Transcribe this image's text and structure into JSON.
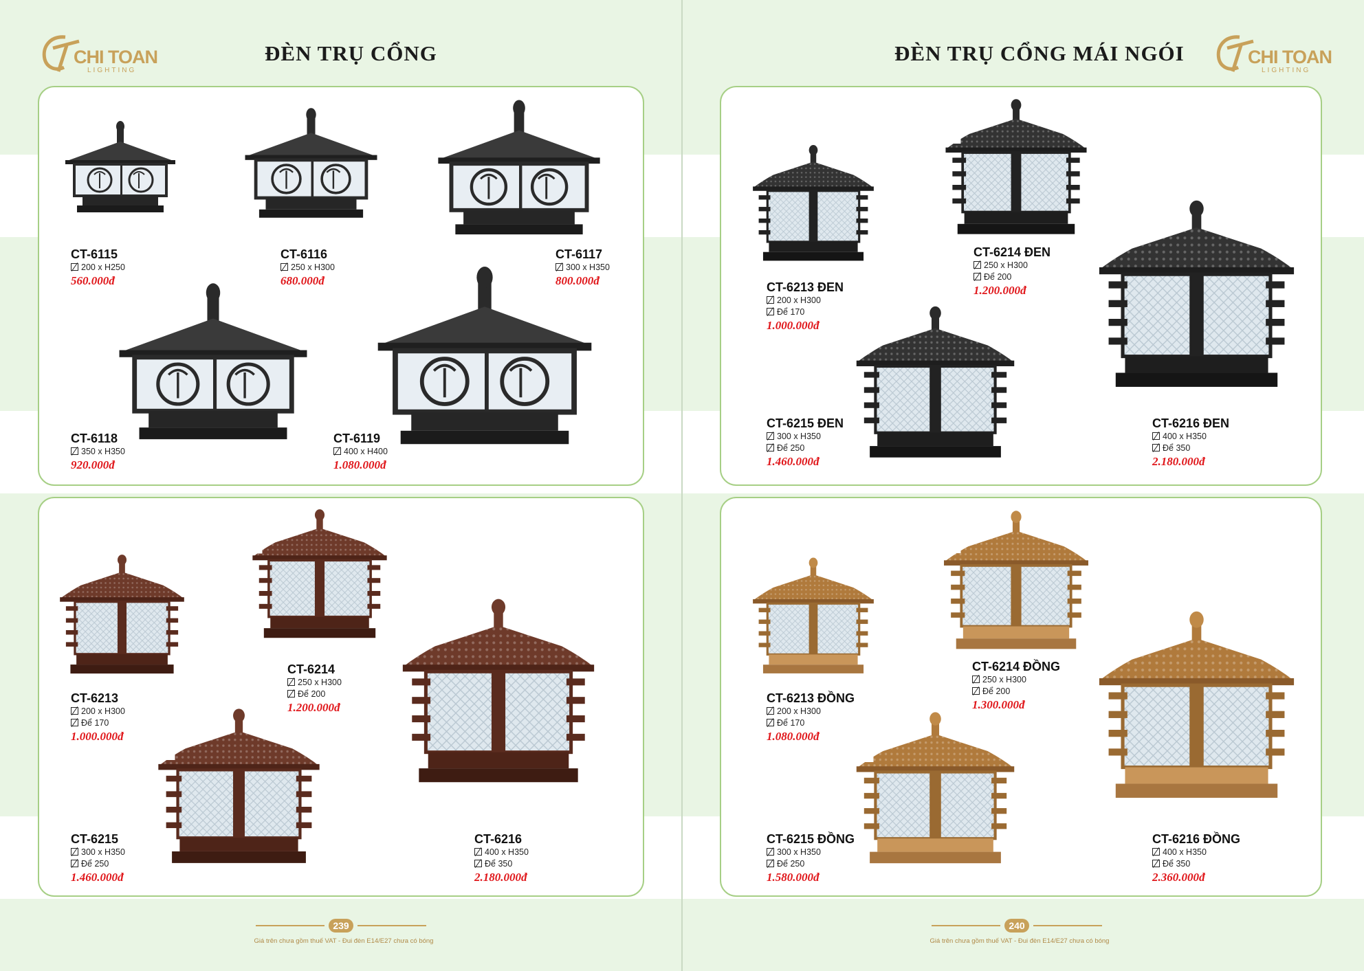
{
  "brand": {
    "name": "CHI TOAN",
    "sub": "LIGHTING"
  },
  "left_page": {
    "title": "ĐÈN TRỤ CỔNG",
    "top_panel": [
      {
        "code": "CT-6115",
        "size": "200 x H250",
        "price": "560.000đ"
      },
      {
        "code": "CT-6116",
        "size": "250 x H300",
        "price": "680.000đ"
      },
      {
        "code": "CT-6117",
        "size": "300 x H350",
        "price": "800.000đ"
      },
      {
        "code": "CT-6118",
        "size": "350 x H350",
        "price": "920.000đ"
      },
      {
        "code": "CT-6119",
        "size": "400 x H400",
        "price": "1.080.000đ"
      }
    ],
    "bottom_panel": [
      {
        "code": "CT-6213",
        "size": "200 x H300",
        "base": "Để 170",
        "price": "1.000.000đ"
      },
      {
        "code": "CT-6214",
        "size": "250 x H300",
        "base": "Để 200",
        "price": "1.200.000đ"
      },
      {
        "code": "CT-6215",
        "size": "300 x H350",
        "base": "Để 250",
        "price": "1.460.000đ"
      },
      {
        "code": "CT-6216",
        "size": "400 x H350",
        "base": "Để 350",
        "price": "2.180.000đ"
      }
    ],
    "page_number": "239",
    "footnote": "Giá trên chưa gồm thuế VAT - Đui đèn E14/E27 chưa có bóng"
  },
  "right_page": {
    "title": "ĐÈN TRỤ CỔNG MÁI NGÓI",
    "top_panel": [
      {
        "code": "CT-6213 ĐEN",
        "size": "200 x H300",
        "base": "Để 170",
        "price": "1.000.000đ"
      },
      {
        "code": "CT-6214 ĐEN",
        "size": "250 x H300",
        "base": "Để 200",
        "price": "1.200.000đ"
      },
      {
        "code": "CT-6215 ĐEN",
        "size": "300 x H350",
        "base": "Để 250",
        "price": "1.460.000đ"
      },
      {
        "code": "CT-6216 ĐEN",
        "size": "400 x H350",
        "base": "Để 350",
        "price": "2.180.000đ"
      }
    ],
    "bottom_panel": [
      {
        "code": "CT-6213 ĐỒNG",
        "size": "200 x H300",
        "base": "Để 170",
        "price": "1.080.000đ"
      },
      {
        "code": "CT-6214 ĐỒNG",
        "size": "250 x H300",
        "base": "Để 200",
        "price": "1.300.000đ"
      },
      {
        "code": "CT-6215 ĐỒNG",
        "size": "300 x H350",
        "base": "Để 250",
        "price": "1.580.000đ"
      },
      {
        "code": "CT-6216 ĐỒNG",
        "size": "400 x H350",
        "base": "Để 350",
        "price": "2.360.000đ"
      }
    ],
    "page_number": "240",
    "footnote": "Giá trên chưa gồm thuế VAT - Đui đèn E14/E27 chưa có bóng"
  },
  "colors": {
    "accent_gold": "#c8a15a",
    "price_red": "#e0161a",
    "panel_border": "#a6cf85",
    "background": "#e9f5e4",
    "lamp_black": "#2a2a2a",
    "lamp_brown": "#6e3a2a",
    "lamp_bronze": "#b07a3c"
  }
}
